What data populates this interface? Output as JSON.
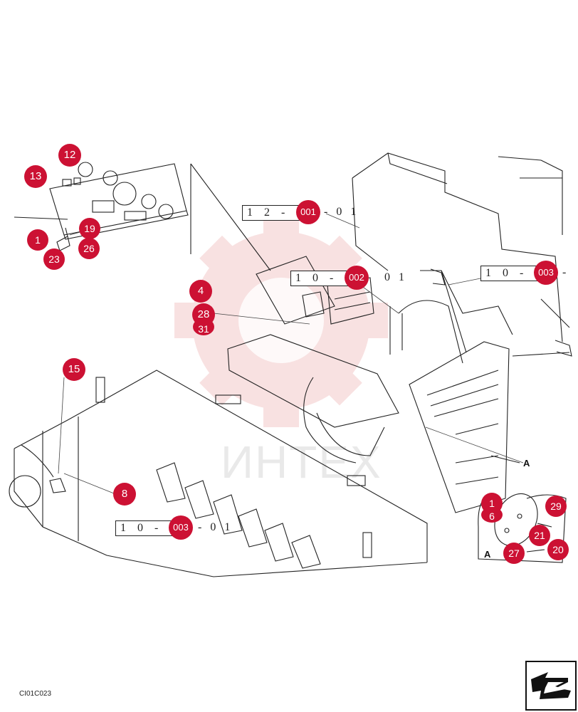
{
  "watermark": "ИНТЕХ",
  "drawing_code": "CI01C023",
  "references": [
    {
      "prefix": "1 2 - 0",
      "num": "001",
      "suffix": "- 0 1"
    },
    {
      "prefix": "1 0 - 0",
      "num": "002",
      "suffix": "0 1"
    },
    {
      "prefix": "1 0 - 0",
      "num": "003",
      "suffix": "-"
    },
    {
      "prefix": "1 0 - 0",
      "num": "003",
      "suffix": "- 0 1"
    }
  ],
  "callouts": [
    "12",
    "13",
    "19",
    "1",
    "26",
    "23",
    "4",
    "28",
    "31",
    "15",
    "8",
    "1",
    "6",
    "29",
    "21",
    "20",
    "27"
  ],
  "view_labels": {
    "detail_a_pointer": "A",
    "detail_a_title": "A"
  },
  "nav_icon": "arrow-navigation-icon"
}
